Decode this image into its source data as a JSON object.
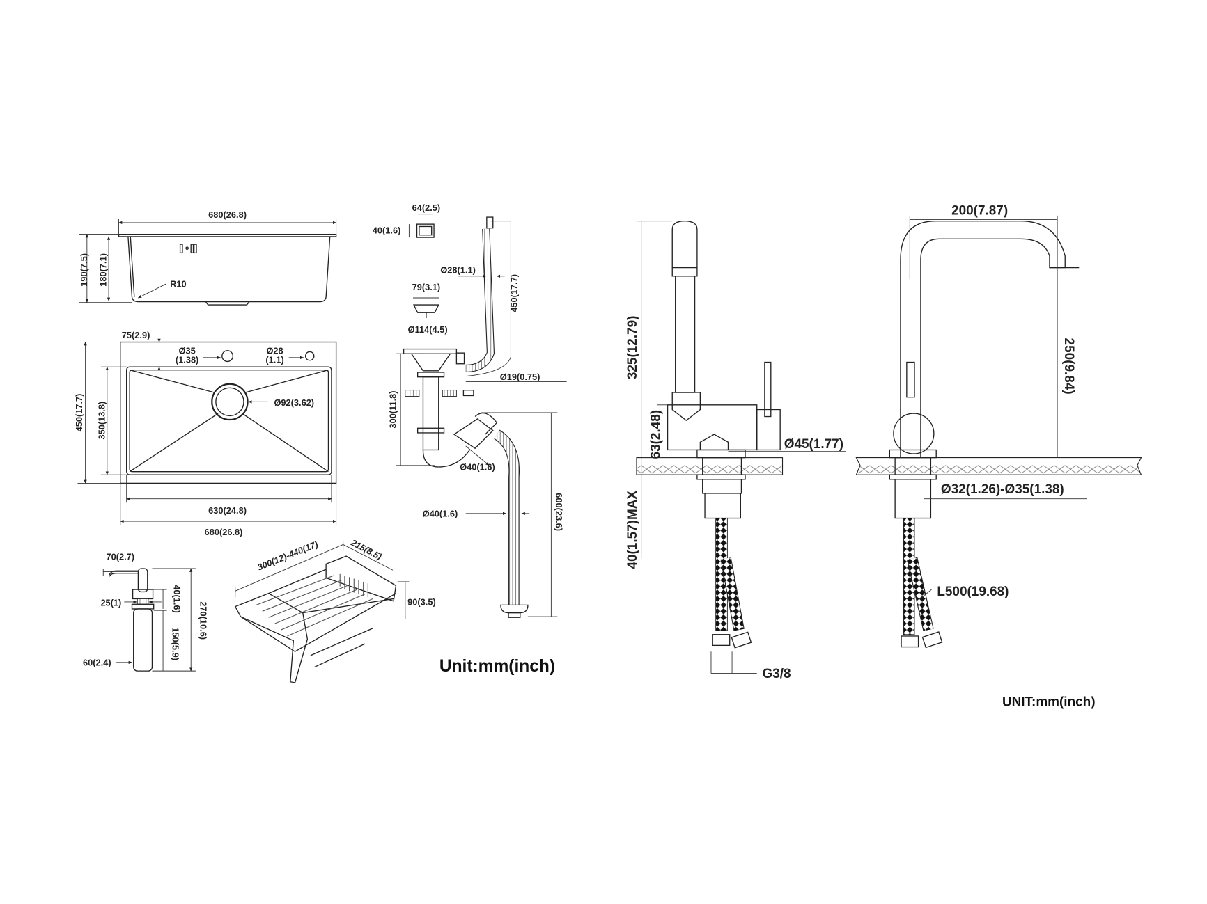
{
  "sink": {
    "width_top": "680(26.8)",
    "height_outer": "190(7.5)",
    "height_inner": "180(7.1)",
    "radius": "R10",
    "tap_offset": "75(2.9)",
    "hole1_dia": "Ø35",
    "hole1_in": "(1.38)",
    "hole2_dia": "Ø28",
    "hole2_in": "(1.1)",
    "drain_dia": "Ø92(3.62)",
    "depth_outer": "450(17.7)",
    "depth_inner": "350(13.8)",
    "inner_width": "630(24.8)",
    "outer_width": "680(26.8)"
  },
  "soap": {
    "nozzle": "70(2.7)",
    "neck": "25(1)",
    "head": "40(1.6)",
    "total": "270(10.6)",
    "bottle": "150(5.9)",
    "diameter": "60(2.4)"
  },
  "basket": {
    "length": "300(12)-440(17)",
    "width": "215(8.5)",
    "height": "90(3.5)"
  },
  "drain": {
    "overflow_w": "64(2.5)",
    "overflow_h": "40(1.6)",
    "hose_dia": "Ø28(1.1)",
    "hose_len": "450(17.7)",
    "strainer": "79(3.1)",
    "flange": "Ø114(4.5)",
    "side_inlet": "Ø19(0.75)",
    "trap_height": "300(11.8)",
    "trap_dia": "Ø40(1.6)",
    "outlet_len": "600(23.6)",
    "outlet_dia": "Ø40(1.6)"
  },
  "unit_left": "Unit:mm(inch)",
  "faucet": {
    "height": "325(12.79)",
    "base_height": "63(2.48)",
    "deck_max": "40(1.57)MAX",
    "base_dia": "Ø45(1.77)",
    "thread": "G3/8",
    "reach": "200(7.87)",
    "spout_height": "250(9.84)",
    "hole_dia": "Ø32(1.26)-Ø35(1.38)",
    "hose_len": "L500(19.68)"
  },
  "unit_right": "UNIT:mm(inch)"
}
